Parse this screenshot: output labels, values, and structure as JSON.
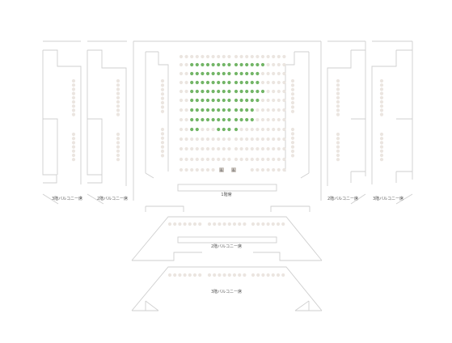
{
  "colors": {
    "seat_empty": "#ebe5e0",
    "seat_selected": "#72b566",
    "wheelchair_seat": "#c9c3bd",
    "outline": "#cfcfcf"
  },
  "labels": {
    "orchestra": "1階席",
    "balcony2": "2階バルコニー席",
    "balcony3": "3階バルコニー席",
    "left_box3": "3階バルコニー席",
    "left_box2": "2階バルコニー席",
    "right_box2": "2階バルコニー席",
    "right_box3": "3階バルコニー席"
  },
  "wheelchair_icon": "wheelchair-icon",
  "selected_seats": [
    [
      1,
      2
    ],
    [
      1,
      3
    ],
    [
      1,
      4
    ],
    [
      1,
      5
    ],
    [
      1,
      6
    ],
    [
      1,
      7
    ],
    [
      1,
      8
    ],
    [
      1,
      9
    ],
    [
      1,
      10
    ],
    [
      1,
      11
    ],
    [
      1,
      12
    ],
    [
      1,
      13
    ],
    [
      1,
      14
    ],
    [
      1,
      15
    ],
    [
      2,
      2
    ],
    [
      2,
      3
    ],
    [
      2,
      4
    ],
    [
      2,
      5
    ],
    [
      2,
      6
    ],
    [
      2,
      7
    ],
    [
      2,
      8
    ],
    [
      2,
      9
    ],
    [
      2,
      10
    ],
    [
      2,
      11
    ],
    [
      2,
      12
    ],
    [
      2,
      13
    ],
    [
      2,
      14
    ],
    [
      3,
      2
    ],
    [
      3,
      3
    ],
    [
      3,
      4
    ],
    [
      3,
      5
    ],
    [
      3,
      6
    ],
    [
      3,
      7
    ],
    [
      3,
      8
    ],
    [
      3,
      9
    ],
    [
      3,
      10
    ],
    [
      3,
      11
    ],
    [
      3,
      12
    ],
    [
      3,
      13
    ],
    [
      3,
      14
    ],
    [
      4,
      2
    ],
    [
      4,
      3
    ],
    [
      4,
      4
    ],
    [
      4,
      5
    ],
    [
      4,
      6
    ],
    [
      4,
      7
    ],
    [
      4,
      8
    ],
    [
      4,
      9
    ],
    [
      4,
      10
    ],
    [
      4,
      11
    ],
    [
      4,
      12
    ],
    [
      4,
      13
    ],
    [
      4,
      14
    ],
    [
      4,
      15
    ],
    [
      5,
      2
    ],
    [
      5,
      3
    ],
    [
      5,
      4
    ],
    [
      5,
      5
    ],
    [
      5,
      6
    ],
    [
      5,
      7
    ],
    [
      5,
      8
    ],
    [
      5,
      9
    ],
    [
      5,
      10
    ],
    [
      5,
      11
    ],
    [
      5,
      12
    ],
    [
      5,
      13
    ],
    [
      5,
      14
    ],
    [
      6,
      2
    ],
    [
      6,
      3
    ],
    [
      6,
      4
    ],
    [
      6,
      5
    ],
    [
      6,
      6
    ],
    [
      6,
      7
    ],
    [
      6,
      8
    ],
    [
      6,
      9
    ],
    [
      6,
      10
    ],
    [
      6,
      11
    ],
    [
      6,
      12
    ],
    [
      6,
      13
    ],
    [
      7,
      2
    ],
    [
      7,
      3
    ],
    [
      7,
      4
    ],
    [
      7,
      5
    ],
    [
      7,
      6
    ],
    [
      7,
      7
    ],
    [
      7,
      8
    ],
    [
      7,
      9
    ],
    [
      7,
      10
    ],
    [
      7,
      11
    ],
    [
      7,
      12
    ],
    [
      7,
      13
    ],
    [
      8,
      2
    ],
    [
      8,
      3
    ],
    [
      8,
      7
    ],
    [
      8,
      8
    ],
    [
      8,
      9
    ],
    [
      8,
      10
    ]
  ]
}
